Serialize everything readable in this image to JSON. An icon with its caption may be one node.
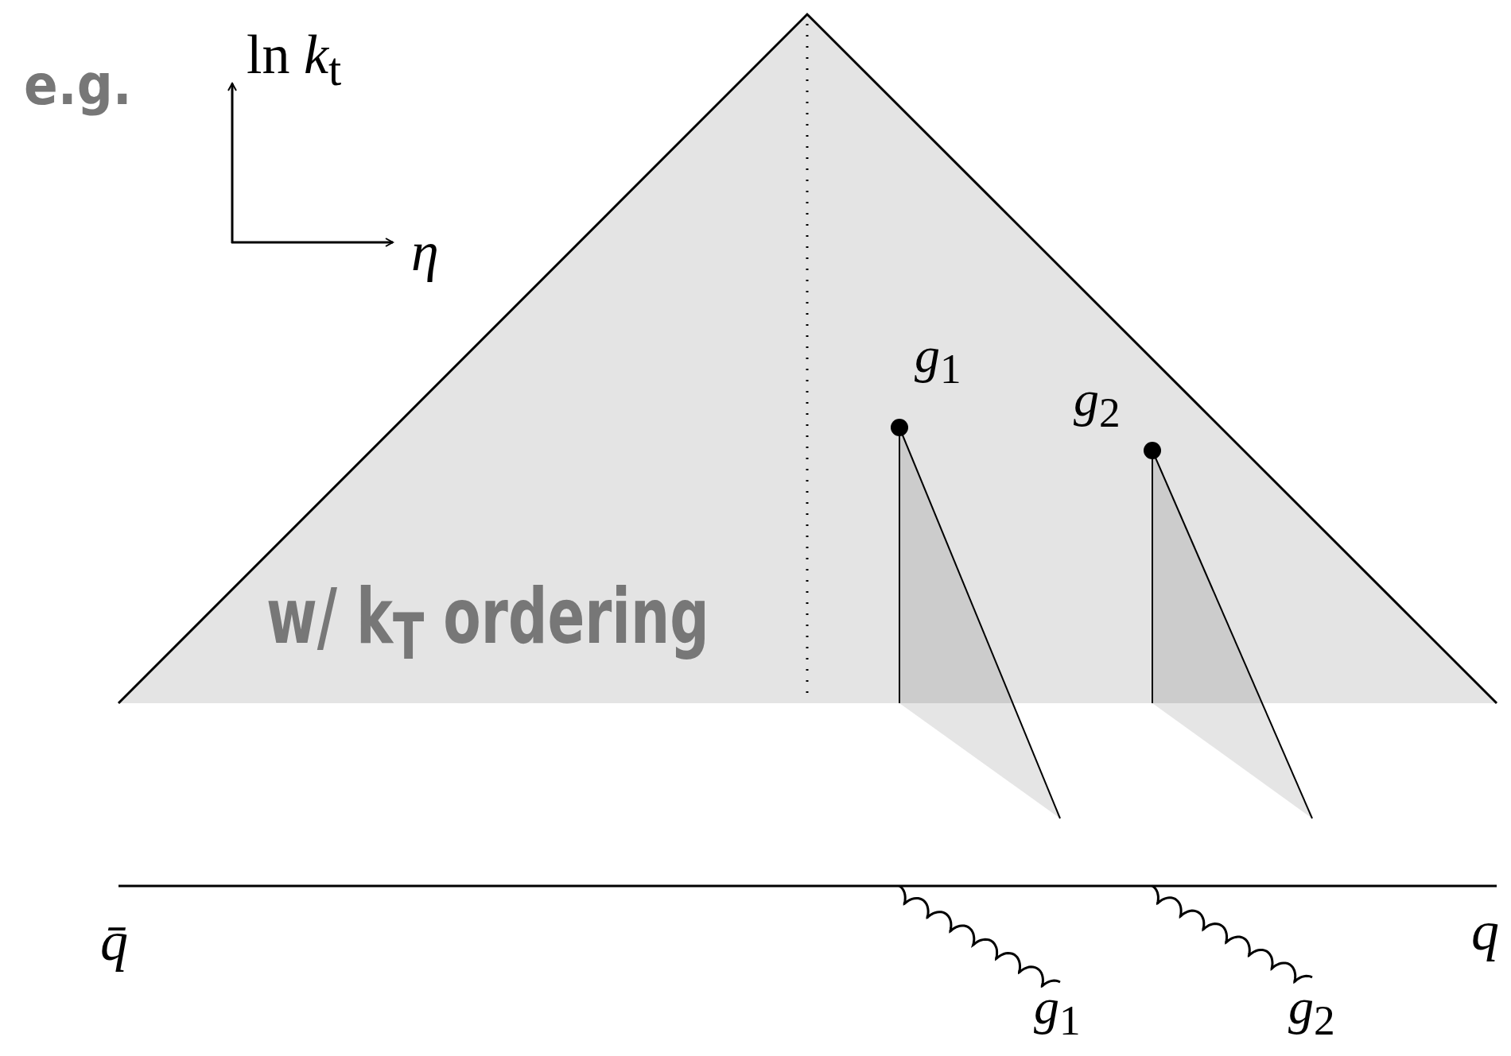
{
  "diagram": {
    "nodes": [
      {
        "text": [
          "w/ k$_{T}$ ordering"
        ]
      },
      {
        "text": [],
        "shape": "circle",
        "in": 0,
        "beside": [
          "*g*$_{1}$"
        ]
      },
      {
        "text": [],
        "shape": "circle",
        "in": 0,
        "beside": [
          "*g*$_{2}$"
        ]
      }
    ],
    "labels": [
      "e.g.",
      "ln *k*$_{t}$",
      "*η*",
      "*q̄*",
      "*q*",
      "*g*$_{1}$",
      "*g*$_{2}$"
    ]
  }
}
